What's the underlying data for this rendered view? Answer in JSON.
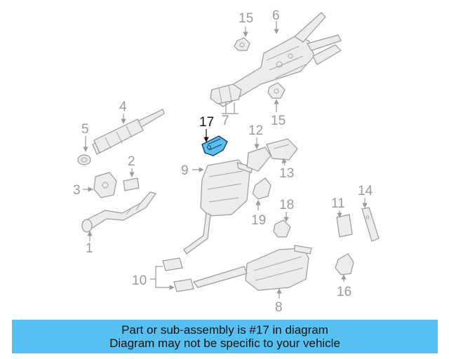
{
  "diagram": {
    "callouts": [
      "1",
      "2",
      "3",
      "4",
      "5",
      "6",
      "7",
      "8",
      "9",
      "10",
      "11",
      "12",
      "13",
      "14",
      "15",
      "15",
      "16",
      "17",
      "18",
      "19"
    ],
    "highlight_color": "#56c0f0",
    "highlighted_part": "17"
  },
  "banner": {
    "line1": "Part or sub-assembly is #17 in diagram",
    "line2": "Diagram may not be specific to your vehicle",
    "background": "#56c0f0"
  }
}
